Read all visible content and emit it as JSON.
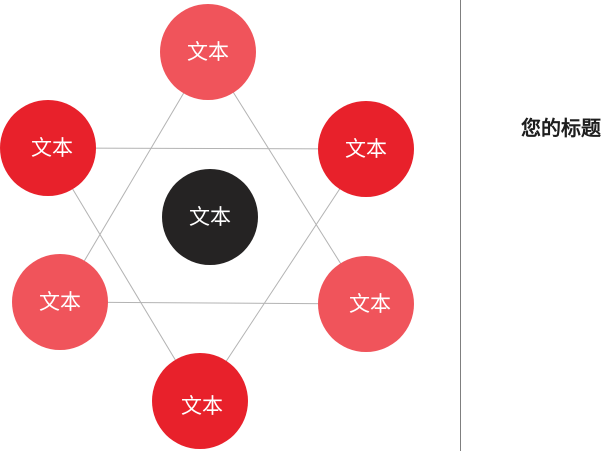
{
  "title": "您的标题",
  "colors": {
    "dark_red": "#E8212B",
    "light_red": "#F0545B",
    "center": "#252323",
    "line": "#B3B3B3",
    "divider": "#7F7F7F",
    "title": "#1E1E1E"
  },
  "center": {
    "label": "文本"
  },
  "nodes": [
    {
      "id": "top",
      "label": "文本",
      "tone": "light_red"
    },
    {
      "id": "upper-left",
      "label": "文本",
      "tone": "dark_red"
    },
    {
      "id": "upper-right",
      "label": "文本",
      "tone": "dark_red"
    },
    {
      "id": "lower-left",
      "label": "文本",
      "tone": "light_red"
    },
    {
      "id": "lower-right",
      "label": "文本",
      "tone": "light_red"
    },
    {
      "id": "bottom",
      "label": "文本",
      "tone": "dark_red"
    }
  ],
  "connections": [
    [
      "top",
      "lower-left"
    ],
    [
      "top",
      "lower-right"
    ],
    [
      "lower-left",
      "lower-right"
    ],
    [
      "upper-left",
      "upper-right"
    ],
    [
      "upper-left",
      "bottom"
    ],
    [
      "upper-right",
      "bottom"
    ]
  ]
}
